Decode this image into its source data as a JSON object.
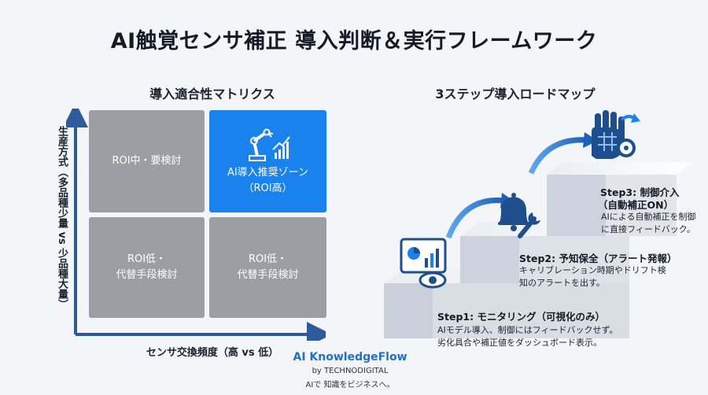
{
  "title": "AI触覚センサ補正 導入判断＆実行フレームワーク",
  "matrix": {
    "heading": "導入適合性マトリクス",
    "y_axis": "生産方式（多品種少量 vs 少品種大量）",
    "x_axis": "センサ交換頻度（高 vs 低）",
    "cells": {
      "top_left": "ROI中・要検討",
      "top_right_line1": "AI導入推奨ゾーン",
      "top_right_line2": "（ROI高）",
      "bottom_left_line1": "ROI低・",
      "bottom_left_line2": "代替手段検討",
      "bottom_right_line1": "ROI低・",
      "bottom_right_line2": "代替手段検討"
    }
  },
  "roadmap": {
    "heading": "3ステップ導入ロードマップ",
    "steps": [
      {
        "title": "Step1: モニタリング（可視化のみ）",
        "line1": "AIモデル導入、制御にはフィードバックせず。",
        "line2": "劣化具合や補正値をダッシュボード表示。"
      },
      {
        "title": "Step2: 予知保全（アラート発報）",
        "line1": "キャリブレーション時期やドリフト検",
        "line2": "知のアラートを出す。"
      },
      {
        "title_line1": "Step3: 制御介入",
        "title_line2": "（自動補正ON）",
        "line1": "AIによる自動補正を制御",
        "line2": "に直接フィードバック。"
      }
    ]
  },
  "brand": {
    "name": "AI KnowledgeFlow",
    "by": "by TECHNODIGITAL",
    "tagline": "AIで 知識をビジネスへ。"
  },
  "colors": {
    "accent": "#1a82ec",
    "gray": "#9b9ea3",
    "arrow": "#2c5a9a",
    "brand": "#2070c9"
  }
}
